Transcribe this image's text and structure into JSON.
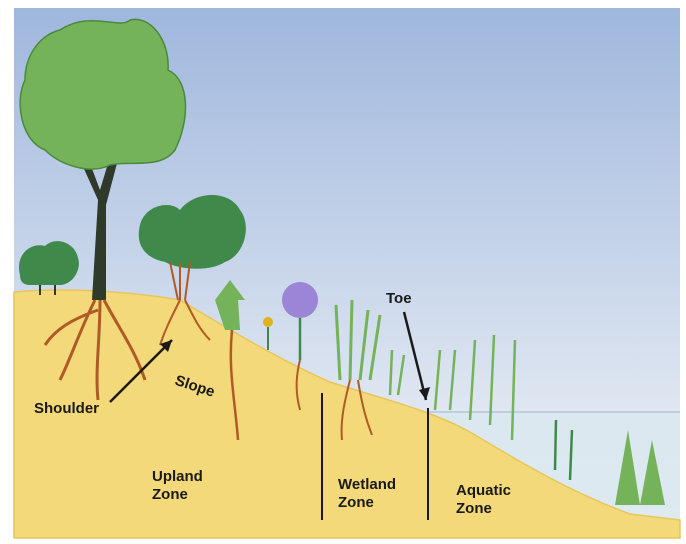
{
  "labels": {
    "toe": "Toe",
    "shoulder": "Shoulder",
    "slope": "Slope",
    "upland_zone_line1": "Upland",
    "upland_zone_line2": "Zone",
    "wetland_zone_line1": "Wetland",
    "wetland_zone_line2": "Zone",
    "aquatic_zone_line1": "Aquatic",
    "aquatic_zone_line2": "Zone"
  },
  "colors": {
    "sky_top": "#9fb7dd",
    "sky_bottom": "#f4f6f8",
    "soil": "#f3d97a",
    "soil_edge": "#e8c65c",
    "water": "#d9e7ee",
    "foliage_light": "#74b35a",
    "foliage_dark": "#3f8a4a",
    "trunk": "#2f3a2a",
    "roots": "#b05a25",
    "flower_purple": "#9b85d6"
  }
}
